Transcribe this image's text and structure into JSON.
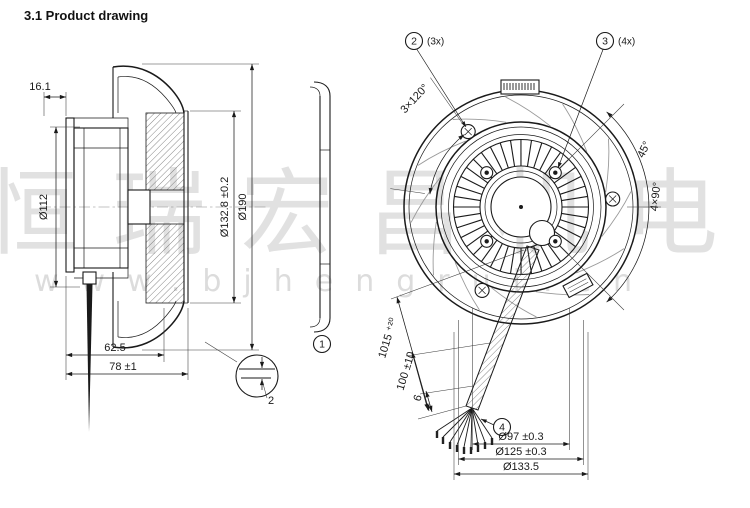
{
  "page": {
    "title": "3.1 Product drawing"
  },
  "watermark": {
    "line1": "恒瑞宏昌机电",
    "line2": "www.bjhengrui.cn"
  },
  "colors": {
    "line": "#1a1a1a",
    "watermark": "#d2d2d2"
  },
  "side_view": {
    "dim_16_1": "16.1",
    "dim_112": "Ø112",
    "dim_132_8": "Ø132.8 ±0.2",
    "dim_190": "Ø190",
    "dim_62_5": "62.5",
    "dim_78": "78 ±1",
    "detail_2": "2"
  },
  "callouts": {
    "c1": "1",
    "c2": "2",
    "c2_qty": "(3x)",
    "c3": "3",
    "c3_qty": "(4x)",
    "c4": "4"
  },
  "front_view": {
    "angle_120": "3×120°",
    "angle_45": "45°",
    "angle_90": "4×90°",
    "cable_1015": "1015 ⁺²⁰",
    "cable_100": "100 ±10",
    "cable_6": "6",
    "dia_97": "Ø97 ±0.3",
    "dia_125": "Ø125 ±0.3",
    "dia_133_5": "Ø133.5"
  }
}
